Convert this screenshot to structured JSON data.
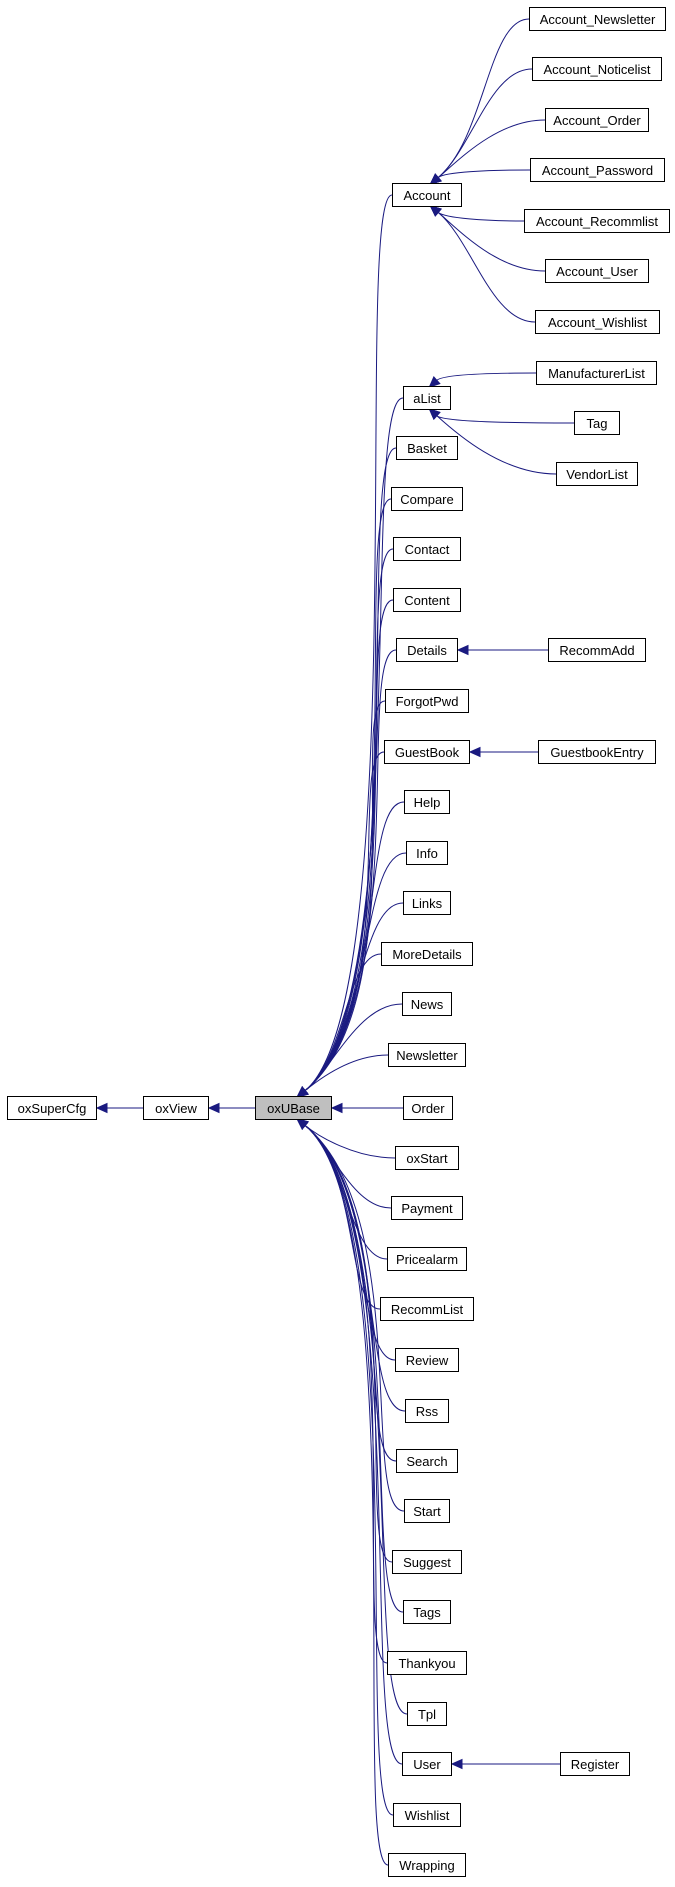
{
  "diagram": {
    "edge_color": "#1a1a80",
    "arrowhead": "filled-triangle",
    "nodes": [
      {
        "id": "oxSuperCfg",
        "label": "oxSuperCfg"
      },
      {
        "id": "oxView",
        "label": "oxView"
      },
      {
        "id": "oxUBase",
        "label": "oxUBase",
        "current": true
      },
      {
        "id": "Account",
        "label": "Account"
      },
      {
        "id": "Account_Newsletter",
        "label": "Account_Newsletter"
      },
      {
        "id": "Account_Noticelist",
        "label": "Account_Noticelist"
      },
      {
        "id": "Account_Order",
        "label": "Account_Order"
      },
      {
        "id": "Account_Password",
        "label": "Account_Password"
      },
      {
        "id": "Account_Recommlist",
        "label": "Account_Recommlist"
      },
      {
        "id": "Account_User",
        "label": "Account_User"
      },
      {
        "id": "Account_Wishlist",
        "label": "Account_Wishlist"
      },
      {
        "id": "aList",
        "label": "aList"
      },
      {
        "id": "ManufacturerList",
        "label": "ManufacturerList"
      },
      {
        "id": "Tag",
        "label": "Tag"
      },
      {
        "id": "VendorList",
        "label": "VendorList"
      },
      {
        "id": "Basket",
        "label": "Basket"
      },
      {
        "id": "Compare",
        "label": "Compare"
      },
      {
        "id": "Contact",
        "label": "Contact"
      },
      {
        "id": "Content",
        "label": "Content"
      },
      {
        "id": "Details",
        "label": "Details"
      },
      {
        "id": "RecommAdd",
        "label": "RecommAdd"
      },
      {
        "id": "ForgotPwd",
        "label": "ForgotPwd"
      },
      {
        "id": "GuestBook",
        "label": "GuestBook"
      },
      {
        "id": "GuestbookEntry",
        "label": "GuestbookEntry"
      },
      {
        "id": "Help",
        "label": "Help"
      },
      {
        "id": "Info",
        "label": "Info"
      },
      {
        "id": "Links",
        "label": "Links"
      },
      {
        "id": "MoreDetails",
        "label": "MoreDetails"
      },
      {
        "id": "News",
        "label": "News"
      },
      {
        "id": "Newsletter",
        "label": "Newsletter"
      },
      {
        "id": "Order",
        "label": "Order"
      },
      {
        "id": "oxStart",
        "label": "oxStart"
      },
      {
        "id": "Payment",
        "label": "Payment"
      },
      {
        "id": "Pricealarm",
        "label": "Pricealarm"
      },
      {
        "id": "RecommList",
        "label": "RecommList"
      },
      {
        "id": "Review",
        "label": "Review"
      },
      {
        "id": "Rss",
        "label": "Rss"
      },
      {
        "id": "Search",
        "label": "Search"
      },
      {
        "id": "Start",
        "label": "Start"
      },
      {
        "id": "Suggest",
        "label": "Suggest"
      },
      {
        "id": "Tags",
        "label": "Tags"
      },
      {
        "id": "Thankyou",
        "label": "Thankyou"
      },
      {
        "id": "Tpl",
        "label": "Tpl"
      },
      {
        "id": "User",
        "label": "User"
      },
      {
        "id": "Register",
        "label": "Register"
      },
      {
        "id": "Wishlist",
        "label": "Wishlist"
      },
      {
        "id": "Wrapping",
        "label": "Wrapping"
      }
    ],
    "edges": [
      {
        "from": "oxView",
        "to": "oxSuperCfg"
      },
      {
        "from": "oxUBase",
        "to": "oxView"
      },
      {
        "from": "Account",
        "to": "oxUBase"
      },
      {
        "from": "aList",
        "to": "oxUBase"
      },
      {
        "from": "Basket",
        "to": "oxUBase"
      },
      {
        "from": "Compare",
        "to": "oxUBase"
      },
      {
        "from": "Contact",
        "to": "oxUBase"
      },
      {
        "from": "Content",
        "to": "oxUBase"
      },
      {
        "from": "Details",
        "to": "oxUBase"
      },
      {
        "from": "ForgotPwd",
        "to": "oxUBase"
      },
      {
        "from": "GuestBook",
        "to": "oxUBase"
      },
      {
        "from": "Help",
        "to": "oxUBase"
      },
      {
        "from": "Info",
        "to": "oxUBase"
      },
      {
        "from": "Links",
        "to": "oxUBase"
      },
      {
        "from": "MoreDetails",
        "to": "oxUBase"
      },
      {
        "from": "News",
        "to": "oxUBase"
      },
      {
        "from": "Newsletter",
        "to": "oxUBase"
      },
      {
        "from": "Order",
        "to": "oxUBase"
      },
      {
        "from": "oxStart",
        "to": "oxUBase"
      },
      {
        "from": "Payment",
        "to": "oxUBase"
      },
      {
        "from": "Pricealarm",
        "to": "oxUBase"
      },
      {
        "from": "RecommList",
        "to": "oxUBase"
      },
      {
        "from": "Review",
        "to": "oxUBase"
      },
      {
        "from": "Rss",
        "to": "oxUBase"
      },
      {
        "from": "Search",
        "to": "oxUBase"
      },
      {
        "from": "Start",
        "to": "oxUBase"
      },
      {
        "from": "Suggest",
        "to": "oxUBase"
      },
      {
        "from": "Tags",
        "to": "oxUBase"
      },
      {
        "from": "Thankyou",
        "to": "oxUBase"
      },
      {
        "from": "Tpl",
        "to": "oxUBase"
      },
      {
        "from": "User",
        "to": "oxUBase"
      },
      {
        "from": "Wishlist",
        "to": "oxUBase"
      },
      {
        "from": "Wrapping",
        "to": "oxUBase"
      },
      {
        "from": "Account_Newsletter",
        "to": "Account"
      },
      {
        "from": "Account_Noticelist",
        "to": "Account"
      },
      {
        "from": "Account_Order",
        "to": "Account"
      },
      {
        "from": "Account_Password",
        "to": "Account"
      },
      {
        "from": "Account_Recommlist",
        "to": "Account"
      },
      {
        "from": "Account_User",
        "to": "Account"
      },
      {
        "from": "Account_Wishlist",
        "to": "Account"
      },
      {
        "from": "ManufacturerList",
        "to": "aList"
      },
      {
        "from": "Tag",
        "to": "aList"
      },
      {
        "from": "VendorList",
        "to": "aList"
      },
      {
        "from": "RecommAdd",
        "to": "Details"
      },
      {
        "from": "GuestbookEntry",
        "to": "GuestBook"
      },
      {
        "from": "Register",
        "to": "User"
      }
    ]
  }
}
